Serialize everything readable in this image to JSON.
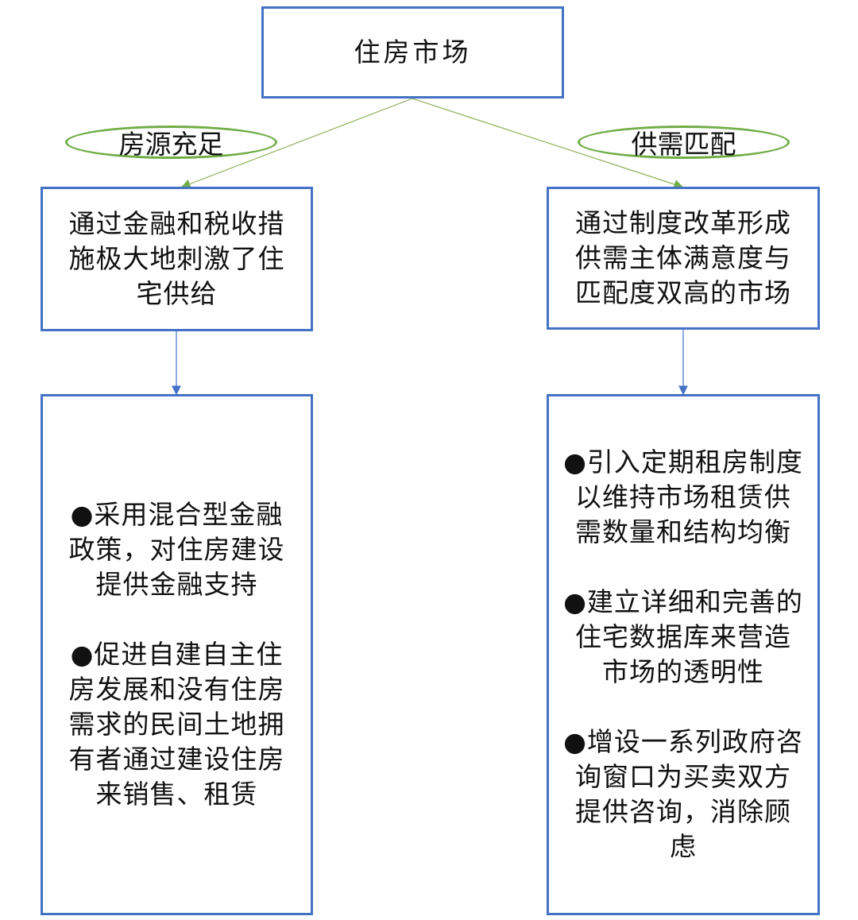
{
  "root": {
    "label": "住房市场"
  },
  "left": {
    "tag": "房源充足",
    "summary": "通过金融和税收措施极大地刺激了住宅供给",
    "points": [
      "●采用混合型金融政策，对住房建设提供金融支持",
      "●促进自建自主住房发展和没有住房需求的民间土地拥有者通过建设住房来销售、租赁"
    ]
  },
  "right": {
    "tag": "供需匹配",
    "summary": "通过制度改革形成供需主体满意度与匹配度双高的市场",
    "points": [
      "●引入定期租房制度以维持市场租赁供需数量和结构均衡",
      "●建立详细和完善的住宅数据库来营造市场的透明性",
      "●增设一系列政府咨询窗口为买卖双方提供咨询，消除顾虑"
    ]
  },
  "colors": {
    "box_border": "#4472c4",
    "tag_border": "#70ad47",
    "connector": "#8fb15a"
  }
}
